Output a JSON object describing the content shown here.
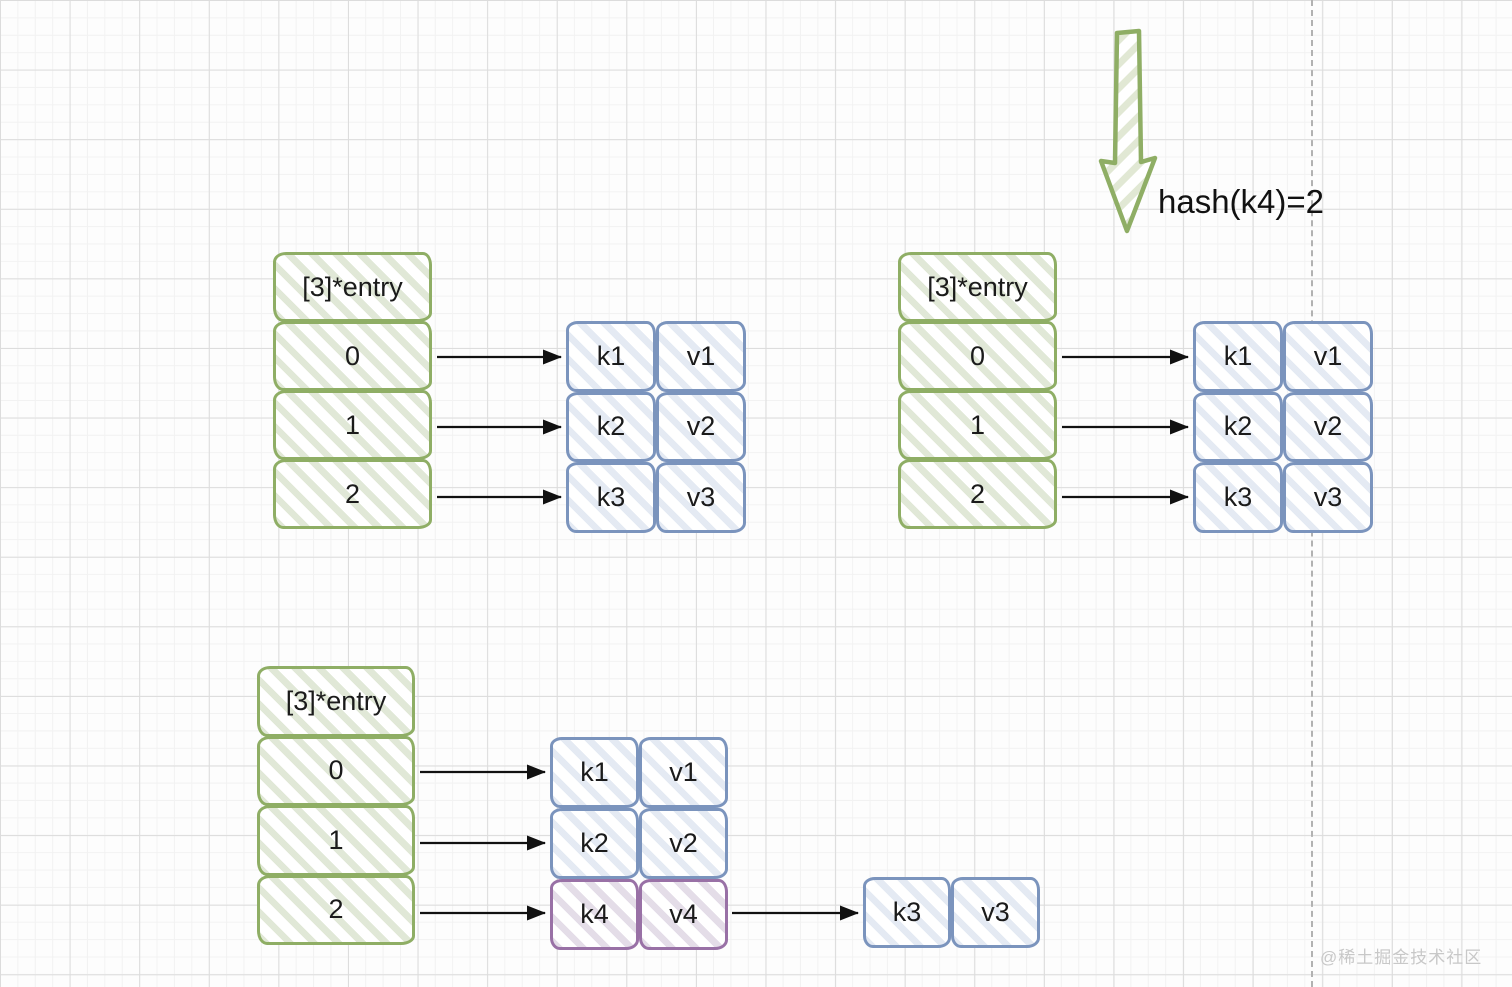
{
  "annotation": {
    "hash_label": "hash(k4)=2"
  },
  "watermark": "@稀土掘金技术社区",
  "colors": {
    "bucket_green": "#8fae65",
    "entry_blue": "#7b94bd",
    "entry_purple": "#9971a6",
    "arrow_black": "#111111",
    "grid_major": "#dcdcdc",
    "grid_minor": "#f2f2f2"
  },
  "diagram": {
    "groups": [
      {
        "name": "top-left",
        "bucket": {
          "header": "[3]*entry",
          "slots": [
            "0",
            "1",
            "2"
          ]
        },
        "entries": [
          {
            "key": "k1",
            "value": "v1"
          },
          {
            "key": "k2",
            "value": "v2"
          },
          {
            "key": "k3",
            "value": "v3"
          }
        ]
      },
      {
        "name": "top-right",
        "bucket": {
          "header": "[3]*entry",
          "slots": [
            "0",
            "1",
            "2"
          ]
        },
        "entries": [
          {
            "key": "k1",
            "value": "v1"
          },
          {
            "key": "k2",
            "value": "v2"
          },
          {
            "key": "k3",
            "value": "v3"
          }
        ]
      },
      {
        "name": "bottom",
        "bucket": {
          "header": "[3]*entry",
          "slots": [
            "0",
            "1",
            "2"
          ]
        },
        "entries": [
          {
            "key": "k1",
            "value": "v1"
          },
          {
            "key": "k2",
            "value": "v2"
          },
          {
            "key": "k4",
            "value": "v4"
          }
        ],
        "overflow_entry": {
          "key": "k3",
          "value": "v3"
        }
      }
    ]
  }
}
